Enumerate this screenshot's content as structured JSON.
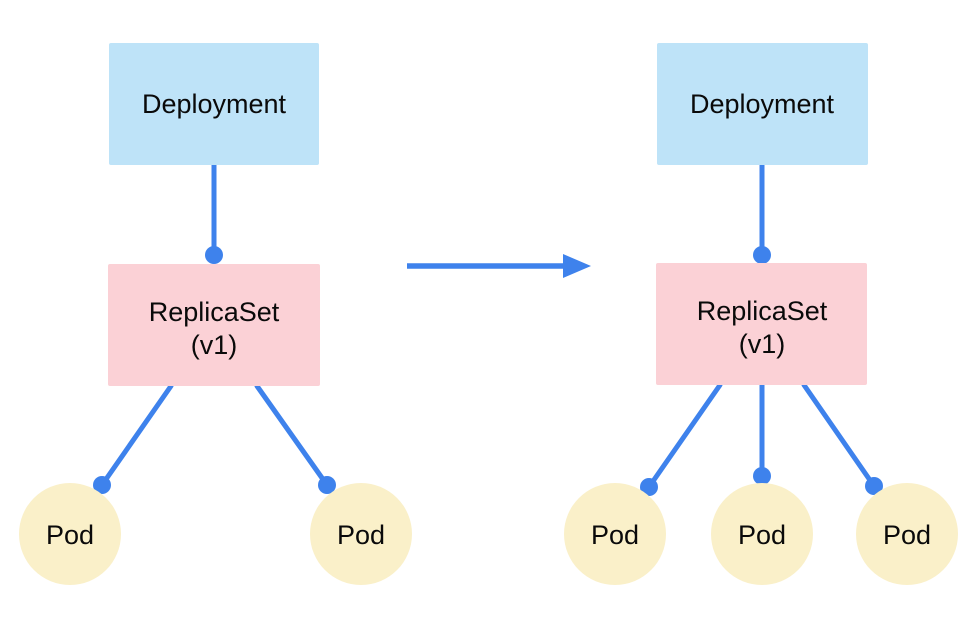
{
  "colors": {
    "deployment_fill": "#BEE3F8",
    "replicaset_fill": "#FBD1D6",
    "pod_fill": "#FAF0C9",
    "connector": "#3E82EC",
    "label_text": "#0A0A0A"
  },
  "before": {
    "deployment": {
      "label": "Deployment"
    },
    "replicaset": {
      "label": "ReplicaSet",
      "sublabel": "(v1)"
    },
    "pods": [
      "Pod",
      "Pod"
    ]
  },
  "after": {
    "deployment": {
      "label": "Deployment"
    },
    "replicaset": {
      "label": "ReplicaSet",
      "sublabel": "(v1)"
    },
    "pods": [
      "Pod",
      "Pod",
      "Pod"
    ]
  }
}
